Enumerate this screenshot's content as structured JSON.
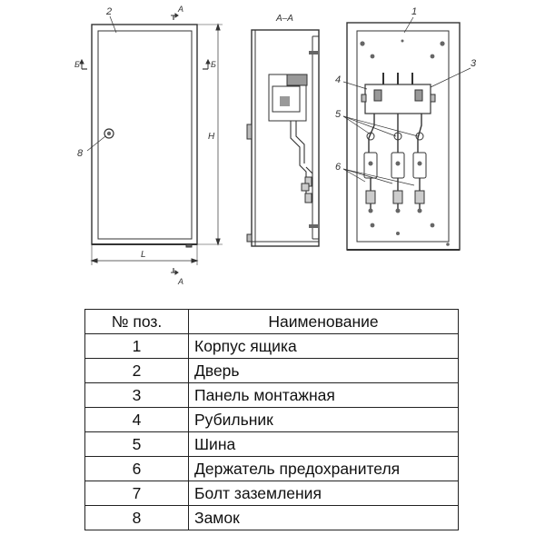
{
  "drawing": {
    "section_label": "А–А",
    "cut_label": "А",
    "view_label": "Б",
    "dim_height": "H",
    "dim_length": "L",
    "callouts": [
      "1",
      "2",
      "3",
      "4",
      "5",
      "6",
      "8"
    ]
  },
  "table": {
    "headers": [
      "№ поз.",
      "Наименование"
    ],
    "rows": [
      {
        "num": "1",
        "name": "Корпус ящика"
      },
      {
        "num": "2",
        "name": "Дверь"
      },
      {
        "num": "3",
        "name": "Панель монтажная"
      },
      {
        "num": "4",
        "name": "Рубильник"
      },
      {
        "num": "5",
        "name": "Шина"
      },
      {
        "num": "6",
        "name": "Держатель предохранителя"
      },
      {
        "num": "7",
        "name": "Болт заземления"
      },
      {
        "num": "8",
        "name": "Замок"
      }
    ]
  }
}
